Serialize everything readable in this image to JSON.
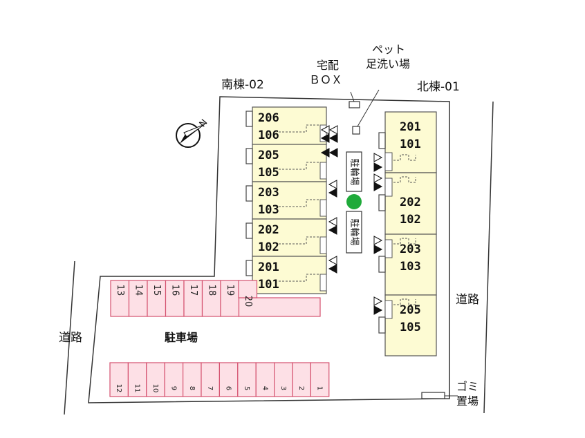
{
  "labels": {
    "south_building": "南棟-02",
    "north_building": "北棟-01",
    "delivery_box": [
      "宅配",
      "ＢＯＸ"
    ],
    "pet_footwash": [
      "ペット",
      "足洗い場"
    ],
    "road_right": "道路",
    "road_left": "道路",
    "parking": "駐車場",
    "garbage": [
      "ゴミ",
      "置場"
    ],
    "bike_parking_top": "駐輪場",
    "bike_parking_bottom": "駐輪場",
    "compass_north": "N"
  },
  "south_units": [
    {
      "upper": "206",
      "lower": "106"
    },
    {
      "upper": "205",
      "lower": "105"
    },
    {
      "upper": "203",
      "lower": "103"
    },
    {
      "upper": "202",
      "lower": "102"
    },
    {
      "upper": "201",
      "lower": "101"
    }
  ],
  "north_units": [
    {
      "upper": "201",
      "lower": "101"
    },
    {
      "upper": "202",
      "lower": "102"
    },
    {
      "upper": "203",
      "lower": "103"
    },
    {
      "upper": "205",
      "lower": "105"
    }
  ],
  "parking_upper": [
    "13",
    "14",
    "15",
    "16",
    "17",
    "18",
    "19",
    "20"
  ],
  "parking_lower": [
    "12",
    "11",
    "10",
    "9",
    "8",
    "7",
    "6",
    "5",
    "4",
    "3",
    "2",
    "1"
  ],
  "colors": {
    "building_fill": "#fdfbd3",
    "parking_fill": "#fde0e6",
    "parking_stroke": "#d4506e",
    "lot_stroke": "#333333",
    "bush": "#1faa3a"
  }
}
